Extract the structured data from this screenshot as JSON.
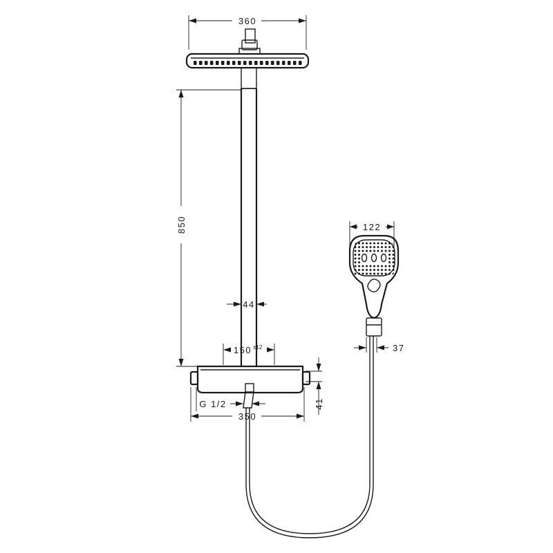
{
  "dimensions": {
    "head_width": "360",
    "column_height": "850",
    "pipe_diameter": "44",
    "connection_spacing": "150",
    "connection_tolerance": "±12",
    "thread": "G 1/2",
    "thermostat_width": "350",
    "thermostat_height": "41",
    "handshower_width": "122",
    "handshower_grip": "37"
  }
}
